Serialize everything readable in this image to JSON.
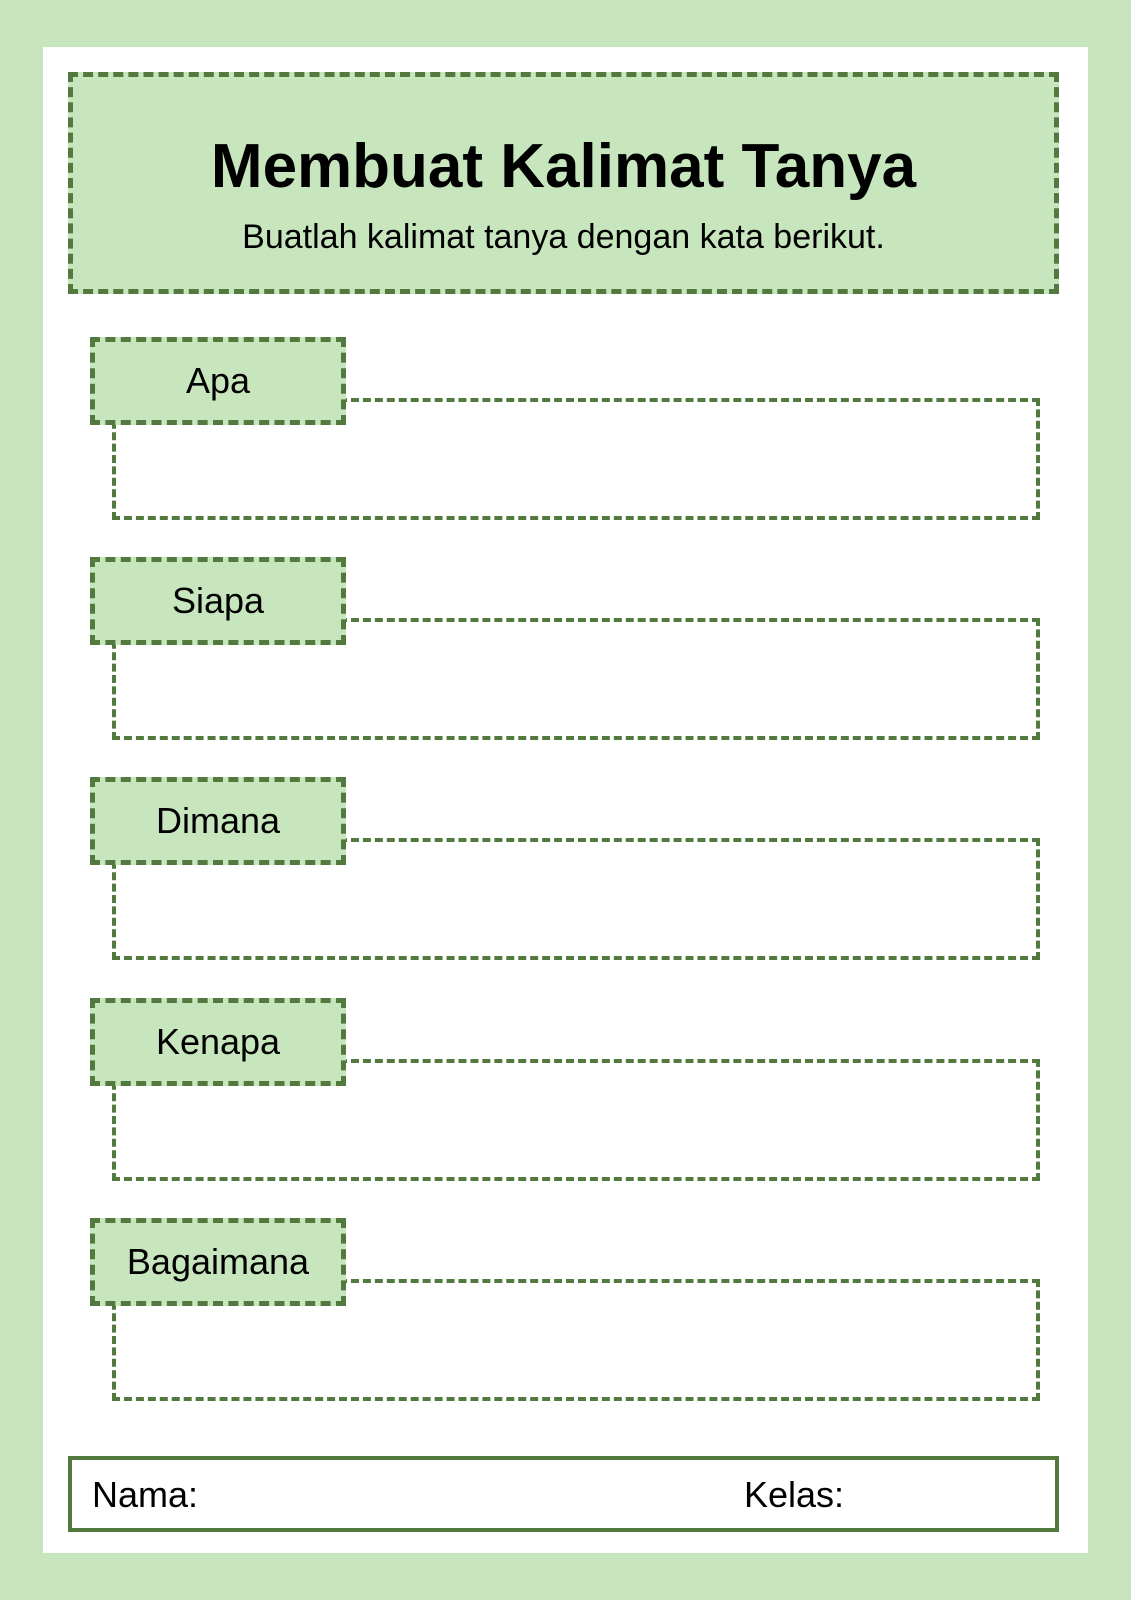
{
  "colors": {
    "background": "#c8e6bd",
    "sheet": "#ffffff",
    "accent_border": "#527a3f",
    "text": "#000000"
  },
  "header": {
    "title": "Membuat Kalimat Tanya",
    "subtitle": "Buatlah kalimat tanya dengan kata berikut."
  },
  "questions": [
    {
      "word": "Apa"
    },
    {
      "word": "Siapa"
    },
    {
      "word": "Dimana"
    },
    {
      "word": "Kenapa"
    },
    {
      "word": "Bagaimana"
    }
  ],
  "footer": {
    "name_label": "Nama:",
    "class_label": "Kelas:"
  }
}
